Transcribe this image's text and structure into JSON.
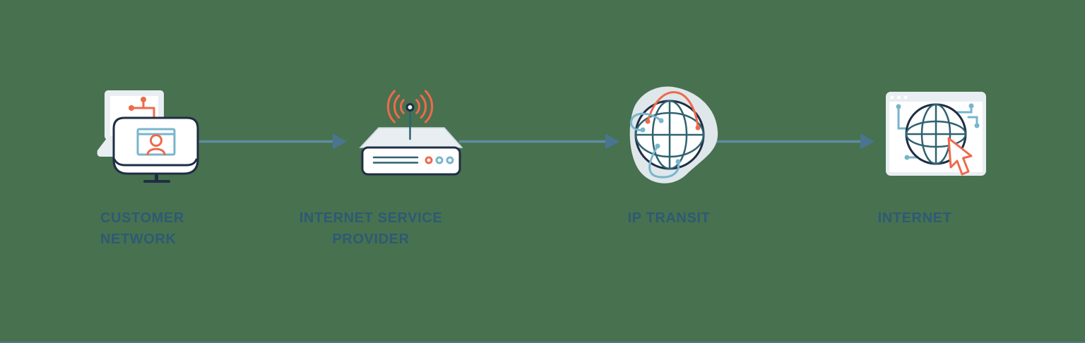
{
  "palette": {
    "background": "#48714F",
    "navy": "#1F2E44",
    "teal": "#2F6270",
    "orange": "#EE6A4C",
    "light_blue": "#79B5CC",
    "steel_line": "#5E8BA4",
    "arrowhead": "#4A7590",
    "panel_fill": "#E8EEF1",
    "blob_fill": "#DFE7EA",
    "label_color": "#2D5A74",
    "bottom_strip": "#53768B"
  },
  "stations": [
    {
      "id": "customer-network",
      "icon": "desktop-computer-icon",
      "label_lines": [
        "CUSTOMER",
        "NETWORK"
      ]
    },
    {
      "id": "internet-service-provider",
      "icon": "wireless-router-icon",
      "label_lines": [
        "INTERNET SERVICE",
        "PROVIDER"
      ]
    },
    {
      "id": "ip-transit",
      "icon": "globe-orbits-icon",
      "label_lines": [
        "IP TRANSIT"
      ]
    },
    {
      "id": "internet",
      "icon": "browser-globe-cursor-icon",
      "label_lines": [
        "INTERNET"
      ]
    }
  ],
  "connections": [
    {
      "from": "customer-network",
      "to": "internet-service-provider",
      "direction": "right"
    },
    {
      "from": "internet-service-provider",
      "to": "ip-transit",
      "direction": "right"
    },
    {
      "from": "ip-transit",
      "to": "internet",
      "direction": "right"
    }
  ]
}
